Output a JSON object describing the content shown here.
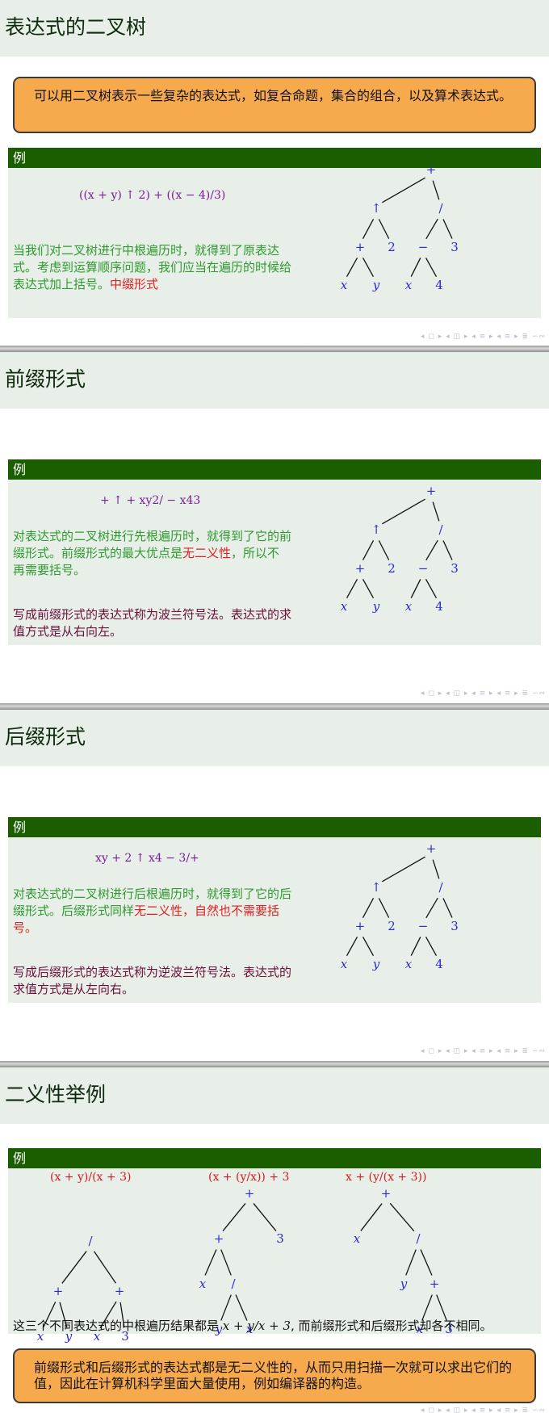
{
  "slides": [
    {
      "title": "表达式的二叉树",
      "alert": "可以用二叉树表示一些复杂的表达式，如复合命题，集合的组合，以及算术表达式。",
      "example_label": "例",
      "formula": "((x + y) ↑ 2) + ((x − 4)/3)",
      "text_green": "当我们对二叉树进行中根遍历时，就得到了原表达式。考虑到运算顺序问题，我们应当在遍历的时候给表达式加上括号。",
      "text_red": "中缀形式"
    },
    {
      "title": "前缀形式",
      "example_label": "例",
      "formula": "+ ↑ + xy2/ − x43",
      "text_green_1": "对表达式的二叉树进行先根遍历时，就得到了它的前缀形式。前缀形式的最大优点是",
      "text_red": "无二义性",
      "text_green_2": "，所以不再需要括号。",
      "text_maroon": "写成前缀形式的表达式称为波兰符号法。表达式的求值方式是从右向左。"
    },
    {
      "title": "后缀形式",
      "example_label": "例",
      "formula": "xy + 2 ↑ x4 − 3/+",
      "text_green_1": "对表达式的二叉树进行后根遍历时，就得到了它的后缀形式。后缀形式同样",
      "text_red": "无二义性，自然也不需要括号。",
      "text_maroon": "写成后缀形式的表达式称为逆波兰符号法。表达式的求值方式是从左向右。"
    },
    {
      "title": "二义性举例",
      "example_label": "例",
      "formulas": [
        "(x + y)/(x + 3)",
        "(x + (y/x)) + 3",
        "x + (y/(x + 3))"
      ],
      "summary_pre": "这三个不同表达式的中根遍历结果都是 ",
      "summary_math": "x + y/x + 3",
      "summary_post": ", 而前缀形式和后缀形式却各不相同。",
      "alert": "前缀形式和后缀形式的表达式都是无二义性的，从而只用扫描一次就可以求出它们的值，因此在计算机科学里面大量使用，例如编译器的构造。"
    }
  ],
  "trees": {
    "main": [
      "+",
      "↑",
      "/",
      "+",
      "2",
      "−",
      "3",
      "x",
      "y",
      "x",
      "4"
    ],
    "amb1": [
      "/",
      "+",
      "+",
      "x",
      "y",
      "x",
      "3"
    ],
    "amb2": [
      "+",
      "+",
      "3",
      "x",
      "/",
      "y",
      "x"
    ],
    "amb3": [
      "+",
      "x",
      "/",
      "+",
      "y",
      "x",
      "3"
    ]
  },
  "nav_symbols": "◂ ◻ ▸ ◂ ◫ ▸ ◂ ≡ ▸ ◂ ≡ ▸ ≣ ∽∾"
}
